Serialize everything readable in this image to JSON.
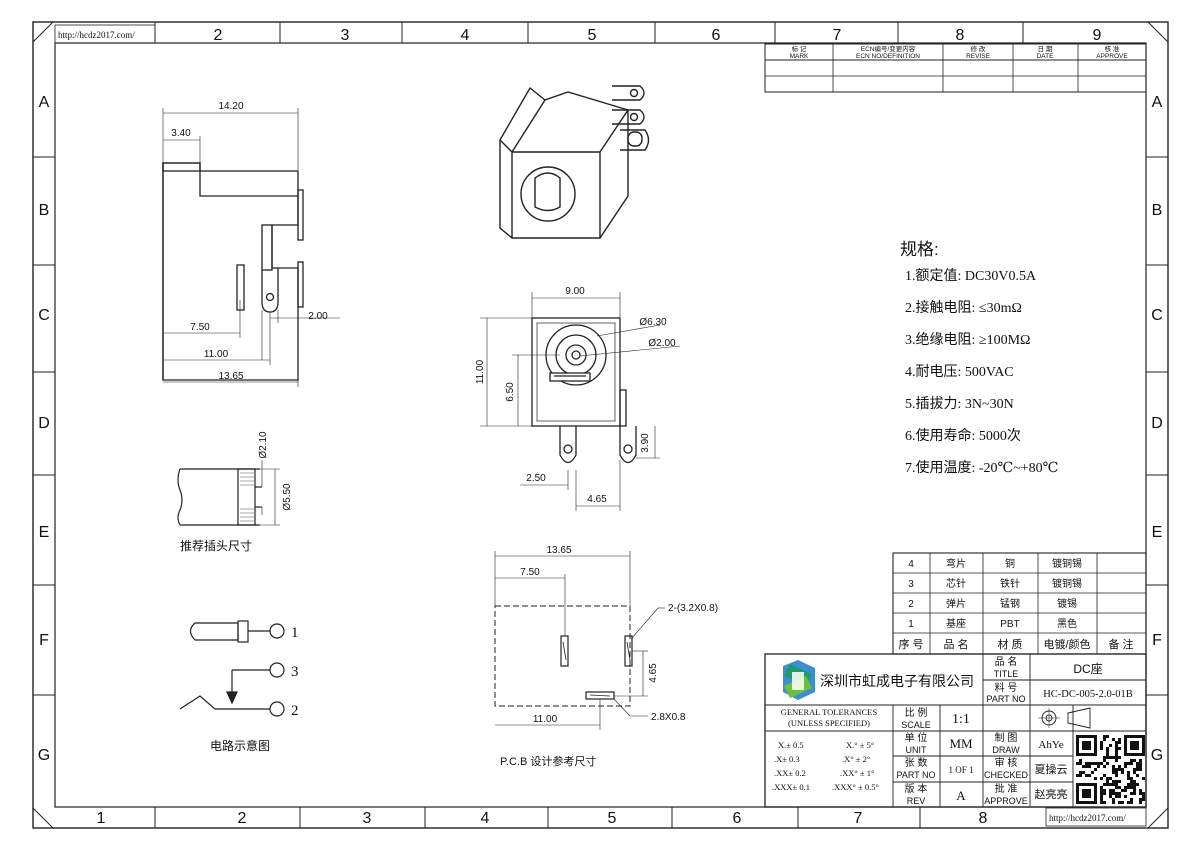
{
  "url_top": "http://hcdz2017.com/",
  "url_bottom": "http://hcdz2017.com/",
  "frame": {
    "top_cols": [
      "2",
      "3",
      "4",
      "5",
      "6",
      "7",
      "8",
      "9"
    ],
    "bottom_cols": [
      "1",
      "2",
      "3",
      "4",
      "5",
      "6",
      "7",
      "8"
    ],
    "rows": [
      "A",
      "B",
      "C",
      "D",
      "E",
      "F",
      "G"
    ]
  },
  "revision_table": {
    "headers": [
      {
        "cn": "标 记",
        "en": "MARK"
      },
      {
        "cn": "ECN编号/变更内容",
        "en": "ECN NO/DEFINITION"
      },
      {
        "cn": "修 改",
        "en": "REVISE"
      },
      {
        "cn": "日 期",
        "en": "DATE"
      },
      {
        "cn": "核 准",
        "en": "APPROVE"
      }
    ]
  },
  "side_view": {
    "dims": [
      "14.20",
      "3.40",
      "7.50",
      "2.00",
      "11.00",
      "13.65"
    ]
  },
  "front_view": {
    "dims": [
      "9.00",
      "Ø6.30",
      "Ø2.00",
      "11.00",
      "6.50",
      "3.90",
      "2.50",
      "4.65"
    ]
  },
  "plug": {
    "dims": [
      "Ø2.10",
      "Ø5.50"
    ],
    "caption": "推荐插头尺寸"
  },
  "circuit": {
    "pins": [
      "1",
      "3",
      "2"
    ],
    "caption": "电路示意图"
  },
  "pcb": {
    "dims": [
      "13.65",
      "7.50",
      "2-(3.2X0.8)",
      "4.65",
      "11.00",
      "2.8X0.8"
    ],
    "caption": "P.C.B 设计参考尺寸"
  },
  "specs": {
    "title": "规格:",
    "items": [
      "1.额定值: DC30V0.5A",
      "2.接触电阻: ≤30mΩ",
      "3.绝缘电阻: ≥100MΩ",
      "4.耐电压: 500VAC",
      "5.插拔力: 3N~30N",
      "6.使用寿命: 5000次",
      "7.使用温度: -20℃~+80℃"
    ]
  },
  "bom": {
    "rows": [
      [
        "4",
        "弯片",
        "铜",
        "镀铜锡"
      ],
      [
        "3",
        "芯针",
        "铁针",
        "镀铜锡"
      ],
      [
        "2",
        "弹片",
        "锰钢",
        "镀锡"
      ],
      [
        "1",
        "基座",
        "PBT",
        "黑色"
      ]
    ],
    "headers": [
      "序 号",
      "品 名",
      "材 质",
      "电镀/颜色",
      "备 注"
    ]
  },
  "title_block": {
    "company": "深圳市虹成电子有限公司",
    "title_label_cn": "品 名",
    "title_label_en": "TITLE",
    "title_value": "DC座",
    "part_label_cn": "料 号",
    "part_label_en": "PART NO",
    "part_value": "HC-DC-005-2.0-01B",
    "tol_title_1": "GENERAL TOLERANCES",
    "tol_title_2": "(UNLESS SPECIFIED)",
    "tol_lin": [
      "X.± 0.5",
      ".X± 0.3",
      ".XX± 0.2",
      ".XXX± 0.1"
    ],
    "tol_ang": [
      "X.° ± 5°",
      ".X° ± 2°",
      ".XX° ± 1°",
      ".XXX° ± 0.5°"
    ],
    "scale_cn": "比 例",
    "scale_en": "SCALE",
    "scale_value": "1:1",
    "unit_cn": "单 位",
    "unit_en": "UNIT",
    "unit_value": "MM",
    "sheet_cn": "张 数",
    "sheet_en": "PART NO",
    "sheet_value": "1 OF 1",
    "rev_cn": "版 本",
    "rev_en": "REV",
    "rev_value": "A",
    "draw_cn": "制 图",
    "draw_en": "DRAW",
    "draw_value": "AhYe",
    "check_cn": "审 核",
    "check_en": "CHECKED",
    "check_value": "夏操云",
    "approve_cn": "批 准",
    "approve_en": "APPROVE",
    "approve_value": "赵亮亮"
  }
}
